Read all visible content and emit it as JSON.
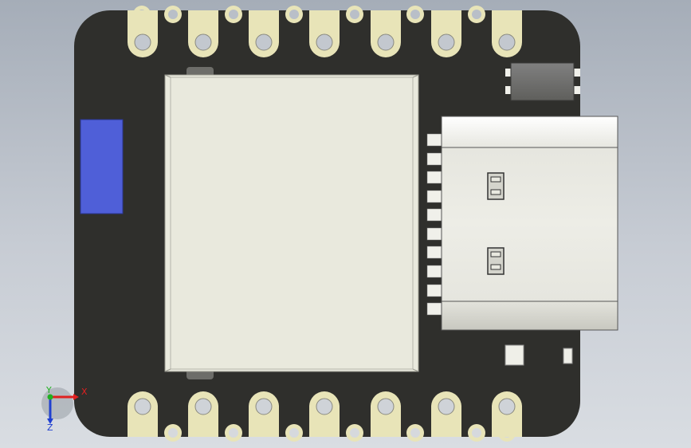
{
  "viewport": {
    "background_top": "#a5adb8",
    "background_bottom": "#d9dde2"
  },
  "board": {
    "pcb_color": "#2f2f2c",
    "pad_color": "#e8e4b8",
    "shield_color": "#e9e9dd",
    "button_color": "#4f5fd8",
    "usb_color": "#ecece4",
    "led_color": "#6e6e6a",
    "top_pad_count": 7,
    "bottom_pad_count": 7,
    "usb_pin_count": 10
  },
  "triad": {
    "x_label": "X",
    "y_label": "Y",
    "z_label": "Z",
    "x_color": "#e02020",
    "y_color": "#20b020",
    "z_color": "#2040d0"
  }
}
